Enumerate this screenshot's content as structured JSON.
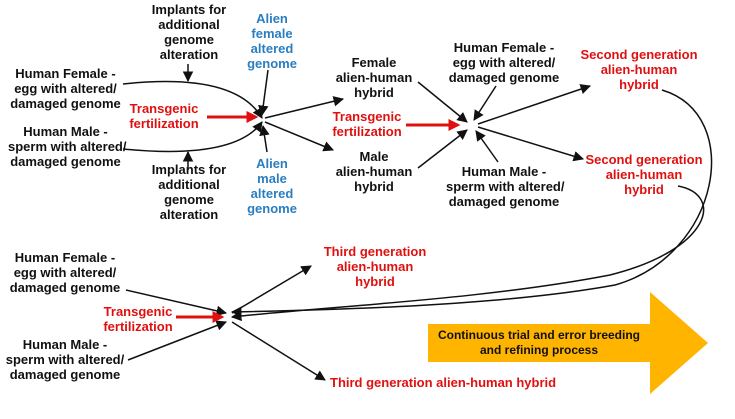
{
  "colors": {
    "black": "#111111",
    "red": "#e01010",
    "blue": "#2a7ec0",
    "orange": "#ffb400"
  },
  "gen1": {
    "female_input": [
      "Human Female -",
      "egg with altered/",
      "damaged genome"
    ],
    "male_input": [
      "Human Male -",
      "sperm with altered/",
      "damaged genome"
    ],
    "fertilization": [
      "Transgenic",
      "fertilization"
    ],
    "implants_top": [
      "Implants for",
      "additional",
      "genome",
      "alteration"
    ],
    "implants_bottom": [
      "Implants for",
      "additional",
      "genome",
      "alteration"
    ],
    "alien_female": [
      "Alien",
      "female",
      "altered",
      "genome"
    ],
    "alien_male": [
      "Alien",
      "male",
      "altered",
      "genome"
    ],
    "female_hybrid": [
      "Female",
      "alien-human",
      "hybrid"
    ],
    "male_hybrid": [
      "Male",
      "alien-human",
      "hybrid"
    ]
  },
  "gen2": {
    "fertilization": [
      "Transgenic",
      "fertilization"
    ],
    "female_input": [
      "Human Female -",
      "egg with altered/",
      "damaged genome"
    ],
    "male_input": [
      "Human Male -",
      "sperm with altered/",
      "damaged genome"
    ],
    "hybrid_top": [
      "Second generation",
      "alien-human",
      "hybrid"
    ],
    "hybrid_bottom": [
      "Second generation",
      "alien-human",
      "hybrid"
    ]
  },
  "gen3": {
    "female_input": [
      "Human Female -",
      "egg with altered/",
      "damaged genome"
    ],
    "male_input": [
      "Human Male -",
      "sperm with altered/",
      "damaged genome"
    ],
    "fertilization": [
      "Transgenic",
      "fertilization"
    ],
    "hybrid_top": [
      "Third generation",
      "alien-human",
      "hybrid"
    ],
    "hybrid_bottom": [
      "Third generation alien-human hybrid"
    ]
  },
  "process_arrow": [
    "Continuous trial and error breeding",
    "and refining process"
  ]
}
